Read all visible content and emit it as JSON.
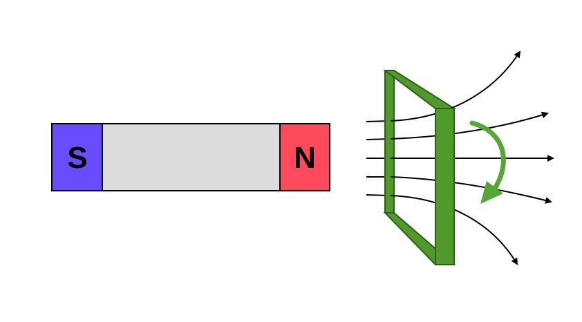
{
  "magnet": {
    "south_label": "S",
    "north_label": "N",
    "colors": {
      "south": "#6a4cff",
      "north": "#ff4a5e",
      "body": "#dcdcdc",
      "outline": "#000000"
    }
  },
  "loop": {
    "color": "#4f9a2a",
    "outline": "#2d5f14"
  },
  "rotation_arrow": {
    "color": "#55a836"
  },
  "field_lines": {
    "color": "#000000",
    "count": 5
  }
}
